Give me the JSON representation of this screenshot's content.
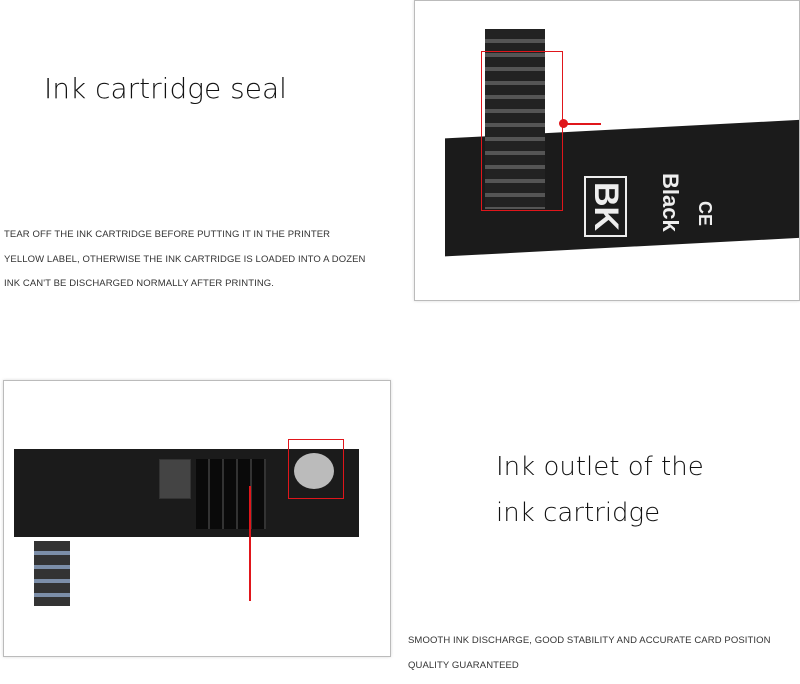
{
  "top_section": {
    "title": "Ink cartridge seal",
    "description_lines": [
      "TEAR OFF THE INK CARTRIDGE BEFORE PUTTING IT IN THE PRINTER",
      "YELLOW LABEL, OTHERWISE THE INK CARTRIDGE IS LOADED INTO A DOZEN",
      "INK CAN'T BE DISCHARGED NORMALLY AFTER PRINTING."
    ],
    "cartridge_label": {
      "code": "BK",
      "color_name": "Black",
      "mark": "CE"
    }
  },
  "bottom_section": {
    "title_lines": [
      "Ink outlet of the",
      "ink cartridge"
    ],
    "description_lines": [
      "SMOOTH INK DISCHARGE, GOOD STABILITY AND ACCURATE CARD POSITION",
      "QUALITY GUARANTEED"
    ]
  },
  "colors": {
    "highlight": "#e0161b",
    "cartridge": "#1b1b1b"
  }
}
